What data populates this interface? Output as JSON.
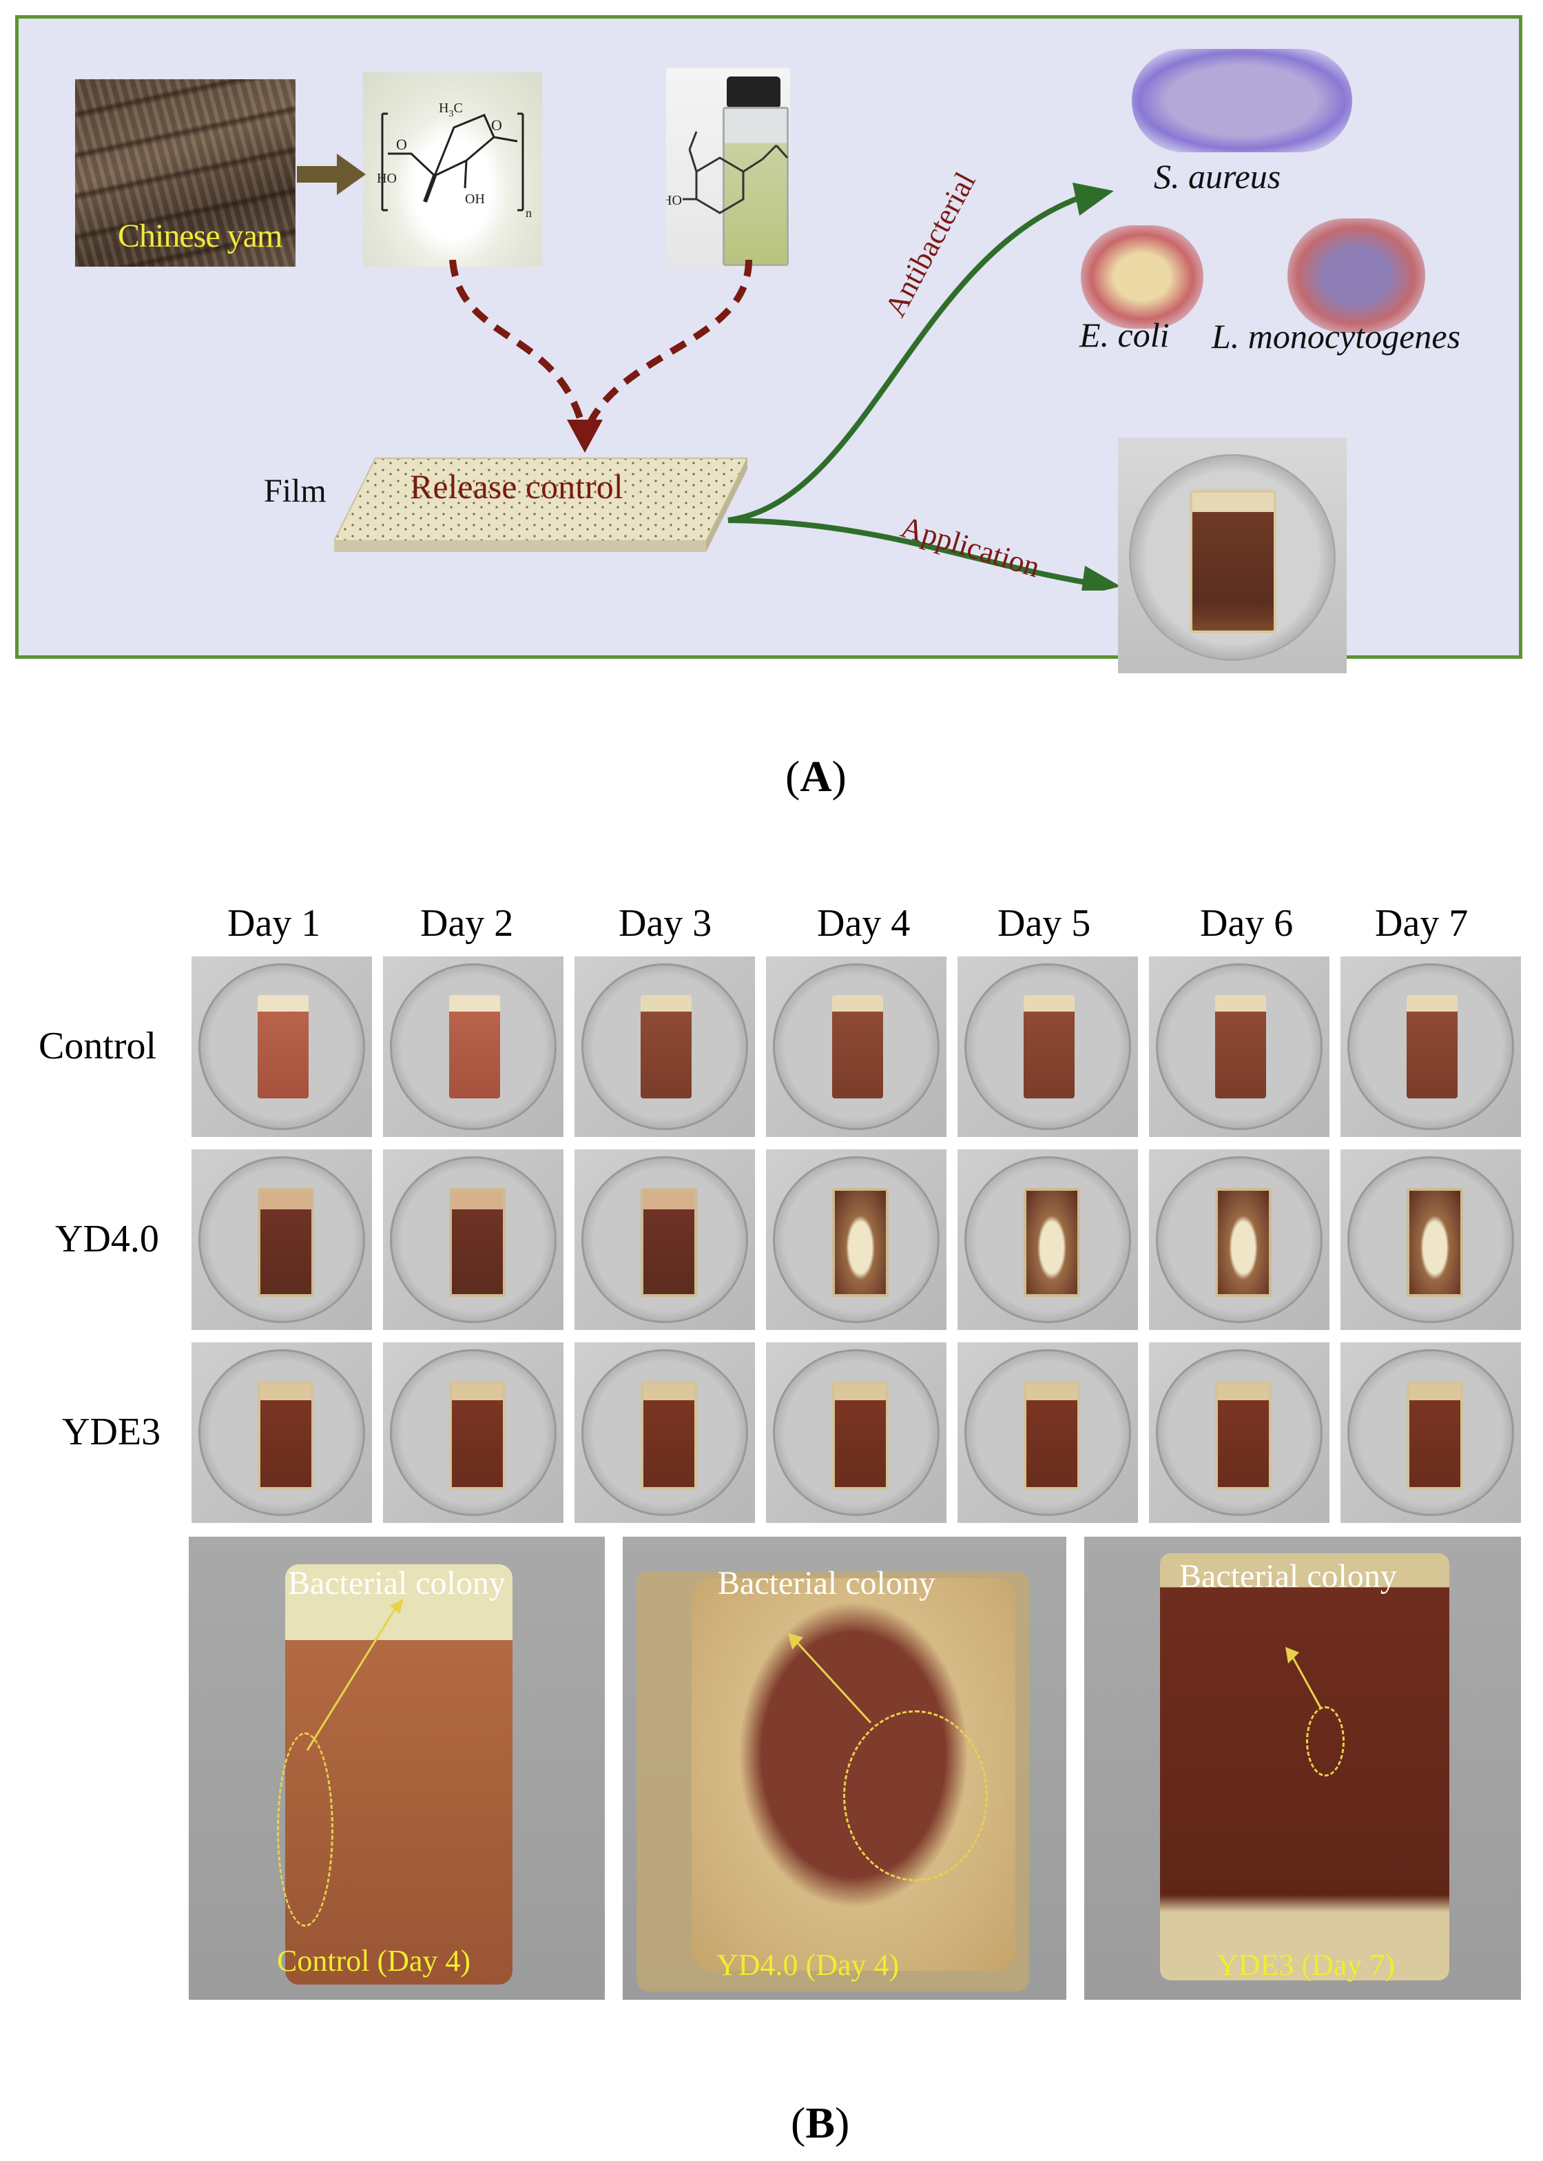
{
  "panel_a": {
    "yam_label": "Chinese yam",
    "film_label": "Film",
    "release_label": "Release control",
    "antibacterial_label": "Antibacterial",
    "application_label": "Application",
    "bacteria": {
      "s_aureus": "S. aureus",
      "e_coli": "E. coli",
      "l_mono": "L. monocytogenes"
    },
    "chem": {
      "h3c": "H",
      "h3c_sub": "3",
      "h3c_c": "C",
      "o": "O",
      "ho": "HO",
      "oh": "OH",
      "n": "n",
      "vial_ho": "HO"
    },
    "colors": {
      "border": "#5b9432",
      "background": "#e2e3f3",
      "dashed_arrow": "#7a1a12",
      "green_arrow": "#2f6e2a",
      "yam_arrow": "#6b5a2f",
      "text_red": "#7a1a12",
      "yam_text": "#f3ea3a"
    }
  },
  "caption_a": "A",
  "caption_b": "B",
  "panel_b": {
    "days": [
      "Day 1",
      "Day 2",
      "Day 3",
      "Day 4",
      "Day 5",
      "Day 6",
      "Day 7"
    ],
    "rows": [
      "Control",
      "YD4.0",
      "YDE3"
    ],
    "closeups": [
      {
        "label": "Bacterial colony",
        "caption": "Control (Day 4)"
      },
      {
        "label": "Bacterial colony",
        "caption": "YD4.0 (Day 4)"
      },
      {
        "label": "Bacterial colony",
        "caption": "YDE3 (Day 7)"
      }
    ]
  }
}
